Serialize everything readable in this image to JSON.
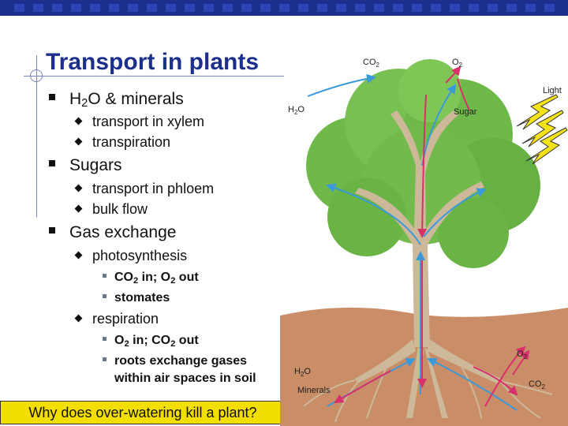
{
  "slide": {
    "title": "Transport in plants",
    "bullets": {
      "water": {
        "main": "H",
        "sub": "2",
        "rest": "O & minerals",
        "items": [
          "transport in xylem",
          "transpiration"
        ]
      },
      "sugars": {
        "label": "Sugars",
        "items": [
          "transport in phloem",
          "bulk flow"
        ]
      },
      "gas": {
        "label": "Gas exchange",
        "photo": {
          "label": "photosynthesis",
          "co2_part1": "CO",
          "co2_sub": "2",
          "co2_part2": " in; O",
          "o2_sub": "2",
          "co2_part3": " out",
          "stomates": "stomates"
        },
        "resp": {
          "label": "respiration",
          "o2_part1": "O",
          "o2_sub": "2",
          "o2_part2": " in; CO",
          "co2_sub": "2",
          "o2_part3": " out",
          "roots_line1": "roots exchange gases",
          "roots_line2": "within air spaces in soil"
        }
      }
    },
    "question": "Why does over-watering kill a plant?"
  },
  "diagram": {
    "co2_top": "CO",
    "o2_top": "O",
    "light": "Light",
    "h2o_top": "H",
    "sugar": "Sugar",
    "h2o_bottom": "H",
    "minerals": "Minerals",
    "o2_right": "O",
    "co2_right": "CO",
    "sub2": "2",
    "water_suffix": "O"
  },
  "colors": {
    "topbar": "#1c2f8c",
    "title": "#1c2f8c",
    "question_bg": "#f2df00",
    "foliage": "#6fb84a",
    "trunk": "#cdb89a",
    "soil": "#c98d68",
    "arrow_blue": "#3a9ad9",
    "arrow_pink": "#d8306a",
    "light_bolt": "#f4e21a"
  }
}
